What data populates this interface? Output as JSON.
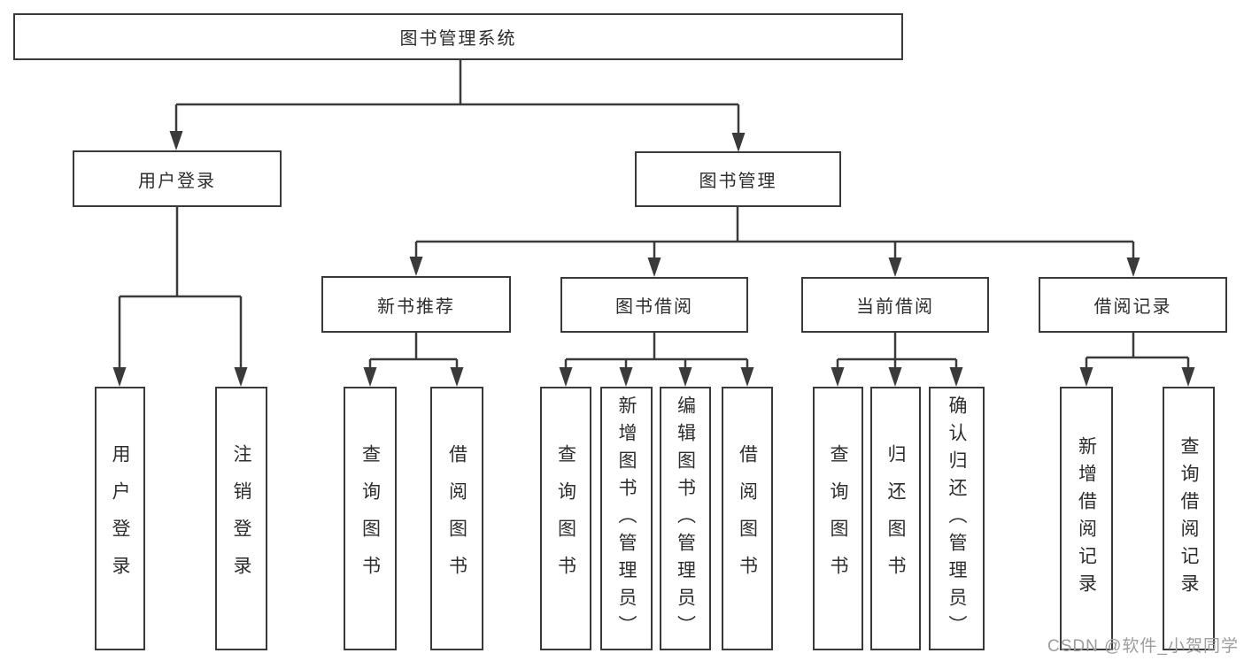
{
  "diagram": {
    "type": "tree",
    "title": "图书管理系统",
    "watermark": "CSDN @软件_小贺同学",
    "colors": {
      "line": "#3a3a3a",
      "box_border": "#3a3a3a",
      "box_fill": "#ffffff",
      "text": "#2d2d2d",
      "watermark": "#9d9d9d",
      "background": "#ffffff"
    },
    "root": {
      "label": "图书管理系统",
      "children": [
        {
          "label": "用户登录",
          "children": [
            {
              "label": "用户登录"
            },
            {
              "label": "注销登录"
            }
          ]
        },
        {
          "label": "图书管理",
          "children": [
            {
              "label": "新书推荐",
              "children": [
                {
                  "label": "查询图书"
                },
                {
                  "label": "借阅图书"
                }
              ]
            },
            {
              "label": "图书借阅",
              "children": [
                {
                  "label": "查询图书"
                },
                {
                  "label": "新增图书（管理员）"
                },
                {
                  "label": "编辑图书（管理员）"
                },
                {
                  "label": "借阅图书"
                }
              ]
            },
            {
              "label": "当前借阅",
              "children": [
                {
                  "label": "查询图书"
                },
                {
                  "label": "归还图书"
                },
                {
                  "label": "确认归还（管理员）"
                }
              ]
            },
            {
              "label": "借阅记录",
              "children": [
                {
                  "label": "新增借阅记录"
                },
                {
                  "label": "查询借阅记录"
                }
              ]
            }
          ]
        }
      ]
    }
  }
}
